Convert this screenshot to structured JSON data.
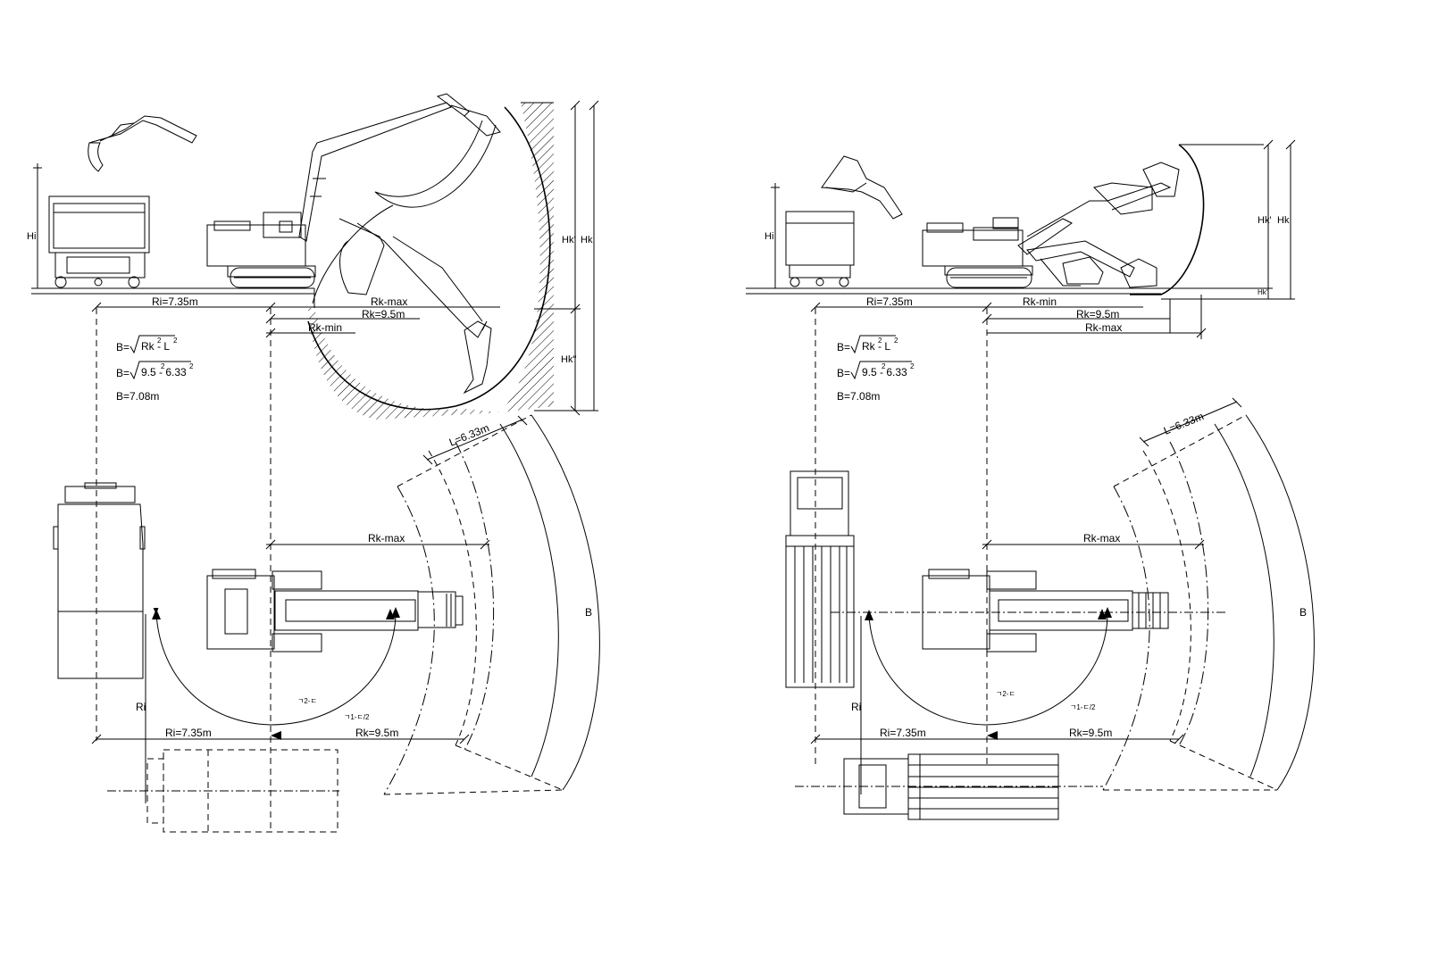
{
  "left_panel": {
    "hi": "Hi",
    "hk_prime": "Hk'",
    "hk": "Hk",
    "hk_double": "Hk''",
    "ri_section": "Ri=7.35m",
    "rk_max_section": "Rk-max",
    "rk_section": "Rk=9.5m",
    "rk_min_section": "Rk-min",
    "formula_1_prefix": "B=",
    "formula_1_body": "Rk  - L",
    "formula_2_prefix": "B=",
    "formula_2_body": "9.5  - 6.33",
    "formula_exp": "2",
    "formula_3": "B=7.08m",
    "l_dim": "L=6.33m",
    "rk_max_plan": "Rk-max",
    "b_label": "B",
    "ri_plan_label": "Ri",
    "ri_plan": "Ri=7.35m",
    "rk_plan": "Rk=9.5m",
    "angle_1": "ㄱ2-ㄷ",
    "angle_2": "ㄱ1-ㄷ/2"
  },
  "right_panel": {
    "hi": "Hi",
    "hk_prime": "Hk'",
    "hk": "Hk",
    "hk_bottom": "Hk'",
    "ri_section": "Ri=7.35m",
    "rk_min_section": "Rk-min",
    "rk_section": "Rk=9.5m",
    "rk_max_section": "Rk-max",
    "formula_1_prefix": "B=",
    "formula_1_body": "Rk  - L",
    "formula_2_prefix": "B=",
    "formula_2_body": "9.5  - 6.33",
    "formula_exp": "2",
    "formula_3": "B=7.08m",
    "l_dim": "L=6.33m",
    "rk_max_plan": "Rk-max",
    "b_label": "B",
    "ri_plan_label": "Ri",
    "ri_plan": "Ri=7.35m",
    "rk_plan": "Rk=9.5m",
    "angle_1": "ㄱ2-ㄷ",
    "angle_2": "ㄱ1-ㄷ/2"
  }
}
